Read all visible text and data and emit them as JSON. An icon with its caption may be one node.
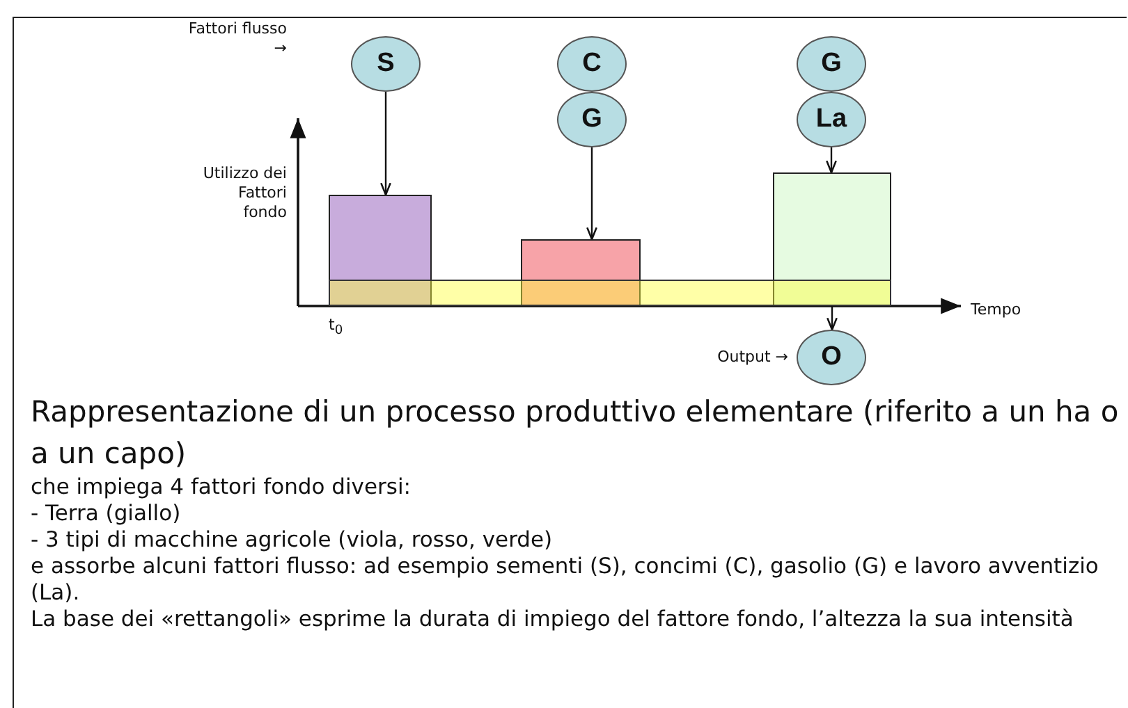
{
  "diagram": {
    "caption": "Rappresentazione di un processo produttivo elementare (riferito a un ha o a un capo)",
    "nodes": [
      {
        "text": [
          "S"
        ]
      },
      {
        "text": [
          "C"
        ]
      },
      {
        "text": [
          "G"
        ]
      },
      {
        "text": [
          "G"
        ]
      },
      {
        "text": [
          "La"
        ]
      },
      {
        "text": [],
        "shape": "box"
      },
      {
        "text": [],
        "shape": "box"
      },
      {
        "text": [],
        "shape": "box"
      },
      {
        "text": [],
        "shape": "bar"
      },
      {
        "text": [
          "O"
        ]
      }
    ],
    "edges": [
      {
        "from": 0,
        "to": 5,
        "arrow": "to"
      },
      {
        "from": 2,
        "to": 6,
        "arrow": "to"
      },
      {
        "from": 4,
        "to": 7,
        "arrow": "to"
      },
      {
        "from": 7,
        "to": 9,
        "arrow": "to"
      }
    ],
    "labels": [
      "Fattori flusso →",
      "Utilizzo dei Fattori fondo",
      "Tempo",
      "t$_{0}$",
      "Output →",
      "che impiega 4 fattori fondo diversi:",
      "- Terra (giallo)",
      "- 3 tipi di macchine agricole (viola, rosso, verde)",
      "e assorbe alcuni fattori flusso: ad esempio sementi (S), concimi (C), gasolio (G) e lavoro avventizio (La).",
      "La base dei «rettangoli» esprime la durata di impiego del fattore fondo, l’altezza la sua intensità"
    ]
  }
}
